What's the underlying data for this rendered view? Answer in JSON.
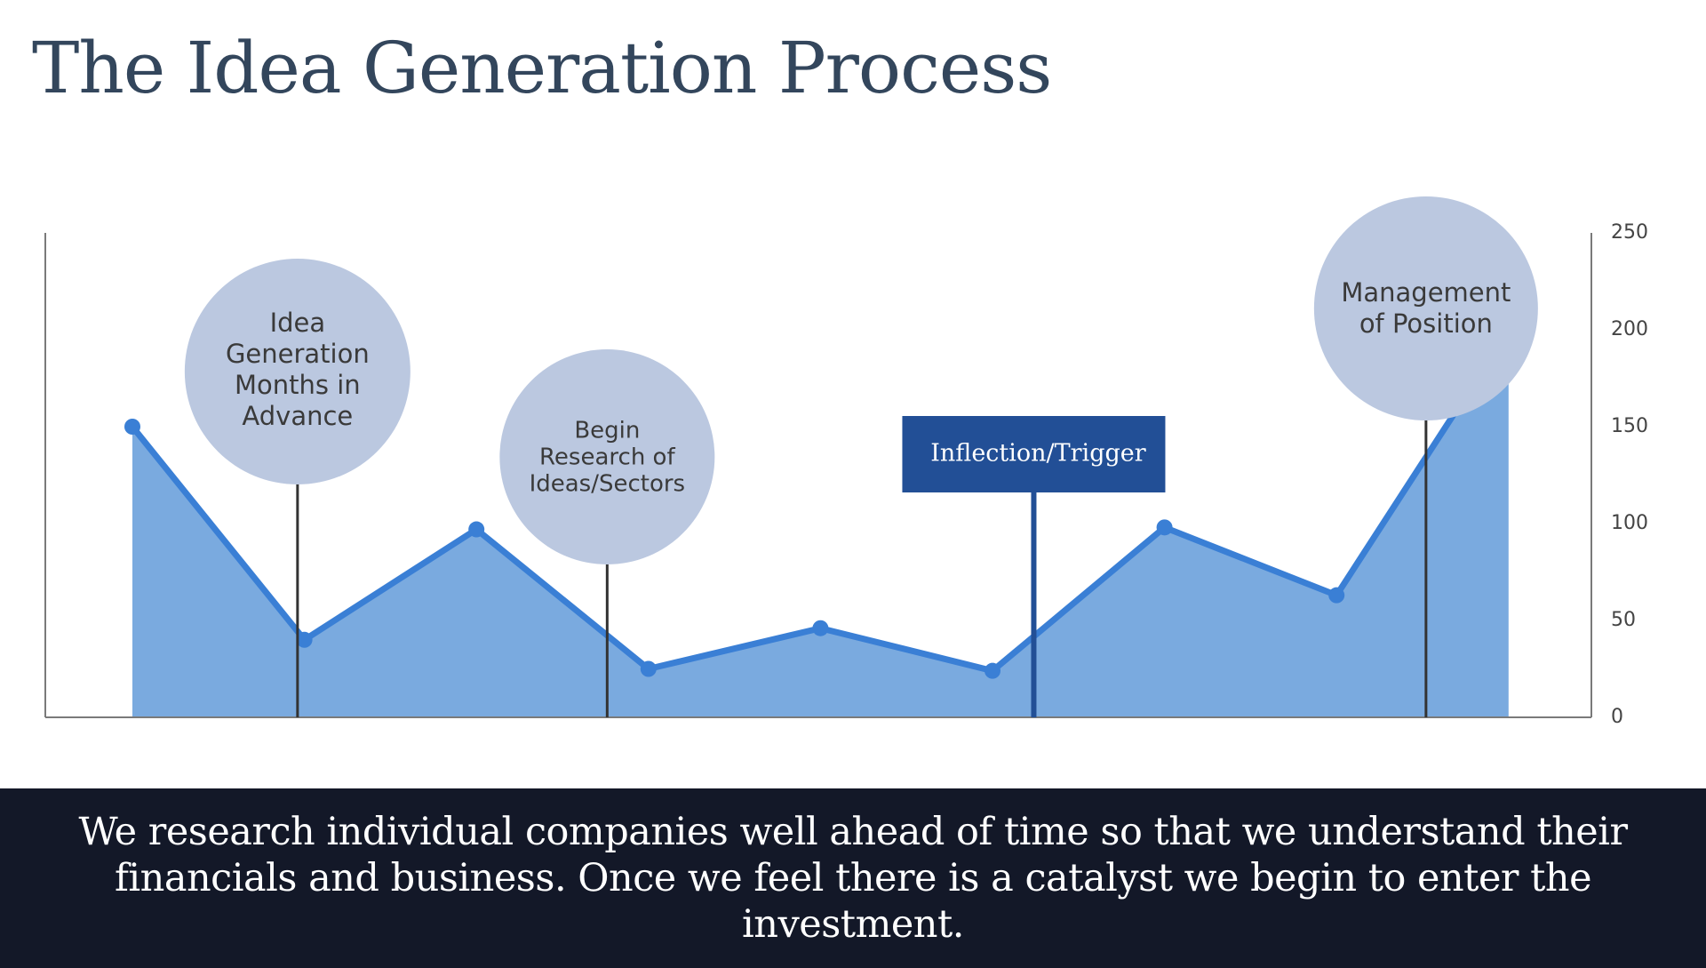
{
  "title": "The Idea Generation Process",
  "footer_text": "We research individual companies well ahead of time so that we understand their financials and business. Once we feel there is a catalyst we begin to enter the investment.",
  "colors": {
    "title": "#33465c",
    "area_fill": "#7aaadf",
    "line": "#3a7fd5",
    "bubble": "#bbc8e0",
    "bubble_text": "#3a3a3a",
    "trigger_box": "#224f96",
    "axis": "#7a7a7a",
    "footer_bg": "#131828"
  },
  "chart_data": {
    "type": "area",
    "x": [
      1,
      2,
      3,
      4,
      5,
      6,
      7,
      8,
      9
    ],
    "values": [
      150,
      40,
      97,
      25,
      46,
      24,
      98,
      63,
      200
    ],
    "ylim": [
      0,
      250
    ],
    "yticks": [
      0,
      50,
      100,
      150,
      200,
      250
    ],
    "y_axis_side": "right",
    "grid": false,
    "annotations": [
      {
        "type": "bubble",
        "label": "Idea Generation Months in Advance",
        "lines": [
          "Idea",
          "Generation",
          "Months in",
          "Advance"
        ],
        "x": 1.96
      },
      {
        "type": "bubble",
        "label": "Begin Research of Ideas/Sectors",
        "lines": [
          "Begin",
          "Research of",
          "Ideas/Sectors"
        ],
        "x": 3.76
      },
      {
        "type": "box",
        "label": "Inflection/Trigger",
        "lines": [
          "Inflection/Trigger"
        ],
        "x": 6.24
      },
      {
        "type": "bubble",
        "label": "Management of Position",
        "lines": [
          "Management",
          "of Position"
        ],
        "x": 8.52
      }
    ]
  }
}
